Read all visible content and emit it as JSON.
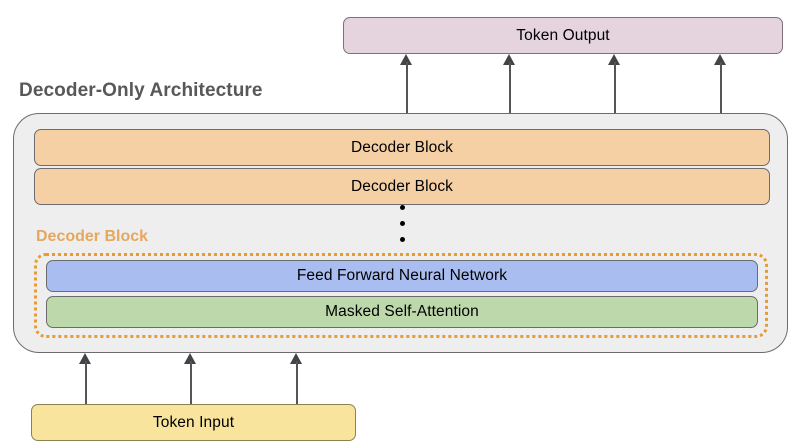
{
  "diagram": {
    "title": "Decoder-Only Architecture",
    "output_box": {
      "label": "Token Output",
      "color": "#e5d3dd"
    },
    "input_box": {
      "label": "Token Input",
      "color": "#f8e49c"
    },
    "decoder_blocks": [
      {
        "label": "Decoder Block",
        "color": "#f4d0a4"
      },
      {
        "label": "Decoder Block",
        "color": "#f4d0a4"
      }
    ],
    "ellipsis": {
      "symbol": "vertical-dots",
      "count": 3
    },
    "detail": {
      "label": "Decoder Block",
      "label_color": "#e6a75e",
      "border_color": "#e89a33",
      "sub_blocks": [
        {
          "label": "Feed Forward Neural Network",
          "color": "#aabdf0"
        },
        {
          "label": "Masked Self-Attention",
          "color": "#bdd8ab"
        }
      ]
    },
    "arrows": {
      "output_count": 4,
      "output_x": [
        406,
        509,
        614,
        720
      ],
      "input_count": 3,
      "input_x": [
        85,
        190,
        296
      ],
      "color": "#555558"
    },
    "container": {
      "background": "#eeeeee",
      "border_color": "#6c6c70"
    }
  }
}
